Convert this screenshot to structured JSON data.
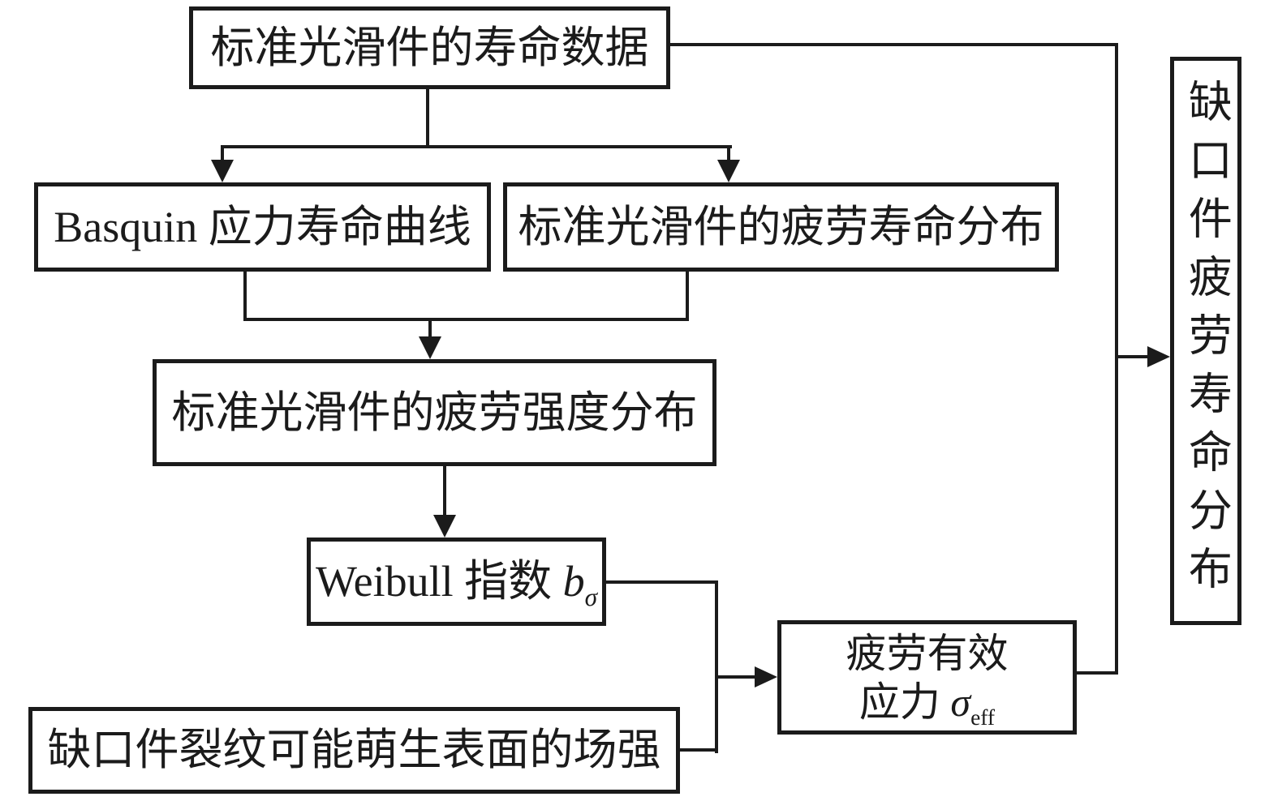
{
  "colors": {
    "stroke": "#1b1b1b",
    "background": "#ffffff"
  },
  "boxes": {
    "life_data": {
      "label": "标准光滑件的寿命数据"
    },
    "basquin": {
      "label": "Basquin 应力寿命曲线"
    },
    "life_dist": {
      "label": "标准光滑件的疲劳寿命分布"
    },
    "strength_dist": {
      "label": "标准光滑件的疲劳强度分布"
    },
    "weibull": {
      "prefix": "Weibull 指数 ",
      "var": "b",
      "sub": "σ"
    },
    "field_strength": {
      "label": "缺口件裂纹可能萌生表面的场强"
    },
    "eff_stress": {
      "line1": "疲劳有效",
      "line2_prefix": "应力 ",
      "var": "σ",
      "sub": "eff"
    },
    "notch_life_dist": {
      "label": "缺口件疲劳寿命分布"
    }
  }
}
